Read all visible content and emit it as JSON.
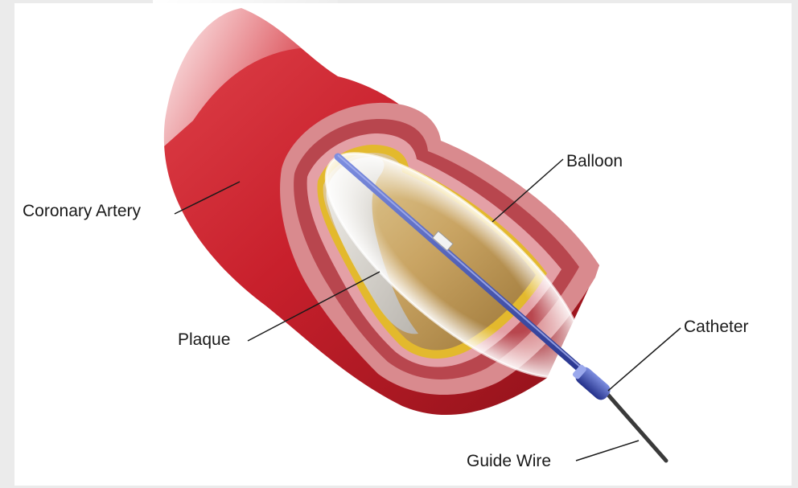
{
  "labels": {
    "coronary_artery": "Coronary Artery",
    "balloon": "Balloon",
    "plaque": "Plaque",
    "catheter": "Catheter",
    "guide_wire": "Guide Wire"
  },
  "colors": {
    "artery_red": "#c8202c",
    "artery_dark": "#8e1119",
    "wall_pink": "#d98a8e",
    "plaque_yellow": "#e3b92d",
    "plaque_tan": "#c9a463",
    "catheter_blue": "#3547a6",
    "guide_wire": "#3a3a3a"
  }
}
